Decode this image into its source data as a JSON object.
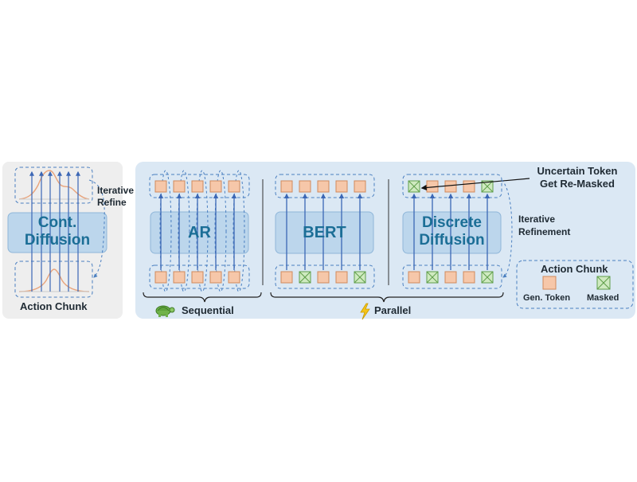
{
  "left_panel": {
    "model_label_line1": "Cont.",
    "model_label_line2": "Diffusion",
    "side_label_line1": "Iterative",
    "side_label_line2": "Refine",
    "bottom_label": "Action Chunk"
  },
  "ar": {
    "label": "AR"
  },
  "bert": {
    "label": "BERT"
  },
  "discrete": {
    "label_line1": "Discrete",
    "label_line2": "Diffusion",
    "annotation_line1": "Uncertain Token",
    "annotation_line2": "Get Re-Masked",
    "side_label_line1": "Iterative",
    "side_label_line2": "Refinement"
  },
  "legend": {
    "title": "Action Chunk",
    "gen_token": "Gen. Token",
    "masked": "Masked"
  },
  "brackets": {
    "sequential": "Sequential",
    "parallel": "Parallel",
    "sequential_icon": "turtle-icon",
    "parallel_icon": "lightning-icon"
  },
  "colors": {
    "gen_token_fill": "#f6c7a9",
    "gen_token_border": "#d08a5c",
    "masked_fill": "#cfeac0",
    "masked_border": "#5f9e4a",
    "model_fill": "#bcd6ec",
    "model_text": "#1b6e96",
    "panel_fill": "#dbe8f4",
    "left_panel_fill": "#eeeeee",
    "arrow": "#3b67b5"
  },
  "token_rows": {
    "ar_top": [
      "gen",
      "gen",
      "gen",
      "gen",
      "gen"
    ],
    "ar_bottom": [
      "gen",
      "gen",
      "gen",
      "gen",
      "gen"
    ],
    "bert_top": [
      "gen",
      "gen",
      "gen",
      "gen",
      "gen"
    ],
    "bert_bottom": [
      "gen",
      "masked",
      "gen",
      "gen",
      "masked"
    ],
    "discrete_top": [
      "masked",
      "gen",
      "gen",
      "gen",
      "masked"
    ],
    "discrete_bottom": [
      "gen",
      "masked",
      "gen",
      "gen",
      "masked"
    ]
  }
}
